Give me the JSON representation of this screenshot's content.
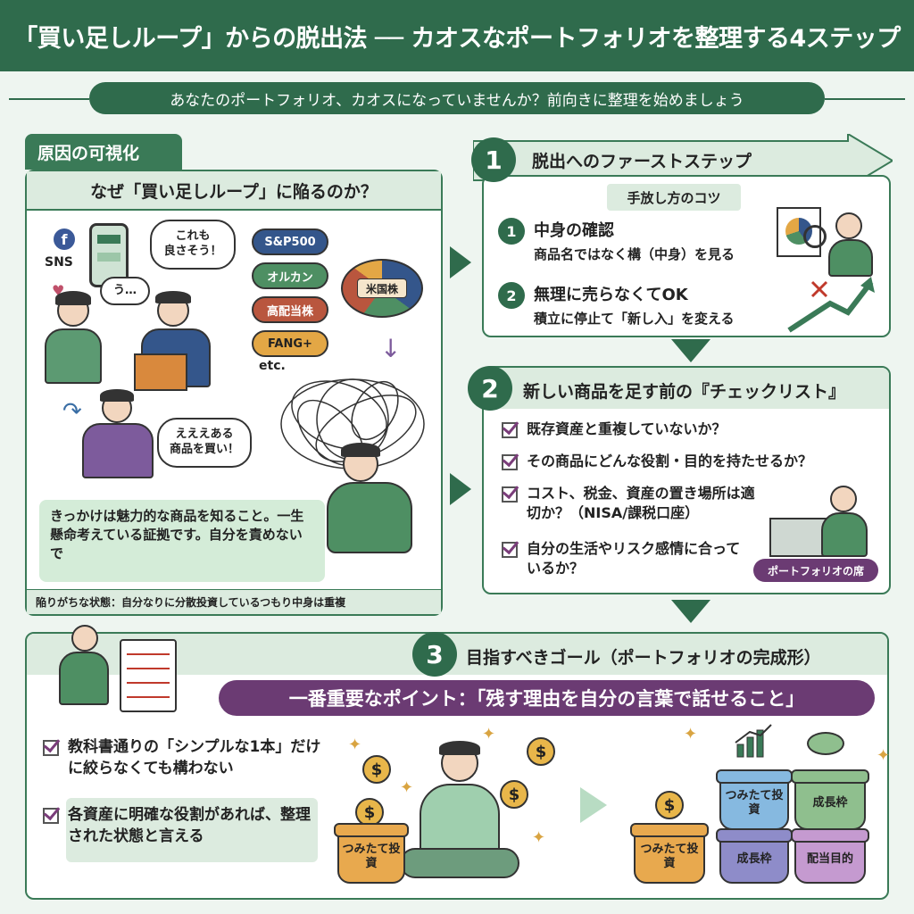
{
  "title": "「買い足しループ」からの脱出法 ── カオスなポートフォリオを整理する4ステップ",
  "subtitle": "あなたのポートフォリオ、カオスになっていませんか？前向きに整理を始めましょう",
  "cause": {
    "tab": "原因の可視化",
    "question": "なぜ「買い足しループ」に陥るのか？",
    "sns": "SNS",
    "bubble1": "これも\n良さそう！",
    "bubble2": "う…",
    "bubble3": "えええある\n商品を買い！",
    "products": [
      "S&P500",
      "オルカン",
      "高配当株",
      "FANG+"
    ],
    "etc": "etc.",
    "pie_label": "米国株",
    "trigger": "きっかけは魅力的な商品を知ること。一生懸命考えている証拠です。自分を責めないで",
    "status": "陥りがちな状態：自分なりに分散投資しているつもり中身は重複"
  },
  "step1": {
    "num": "1",
    "title": "脱出へのファーストステップ",
    "tips": "手放し方のコツ",
    "items": [
      {
        "num": "1",
        "title": "中身の確認",
        "sub": "商品名ではなく構（中身）を見る"
      },
      {
        "num": "2",
        "title": "無理に売らなくてOK",
        "sub": "積立に停止て「新し入」を変える"
      }
    ]
  },
  "step2": {
    "num": "2",
    "title": "新しい商品を足す前の『チェックリスト』",
    "checks": [
      "既存資産と重複していないか？",
      "その商品にどんな役割・目的を持たせるか？",
      "コスト、税金、資産の置き場所は適切か？（NISA/課税口座）",
      "自分の生活やリスク感情に合っているか？"
    ],
    "seat": "ポートフォリオの席"
  },
  "step3": {
    "num": "3",
    "title": "目指すべきゴール（ポートフォリオの完成形）",
    "key_point": "一番重要なポイント：「残す理由を自分の言葉で話せること」",
    "goals": [
      "教科書通りの「シンプルな1本」だけに絞らなくても構わない",
      "各資産に明確な役割があれば、整理された状態と言える"
    ],
    "buckets_before": [
      "つみたて投資"
    ],
    "buckets_after": [
      "つみたて投資",
      "成長枠",
      "成長枠",
      "配当目的"
    ],
    "bucket_before_second": "つみたて投資",
    "coin": "$"
  },
  "colors": {
    "primary": "#2f6b4c",
    "light": "#dcebdf",
    "accent": "#6b3b73",
    "gold": "#e8b64a"
  }
}
